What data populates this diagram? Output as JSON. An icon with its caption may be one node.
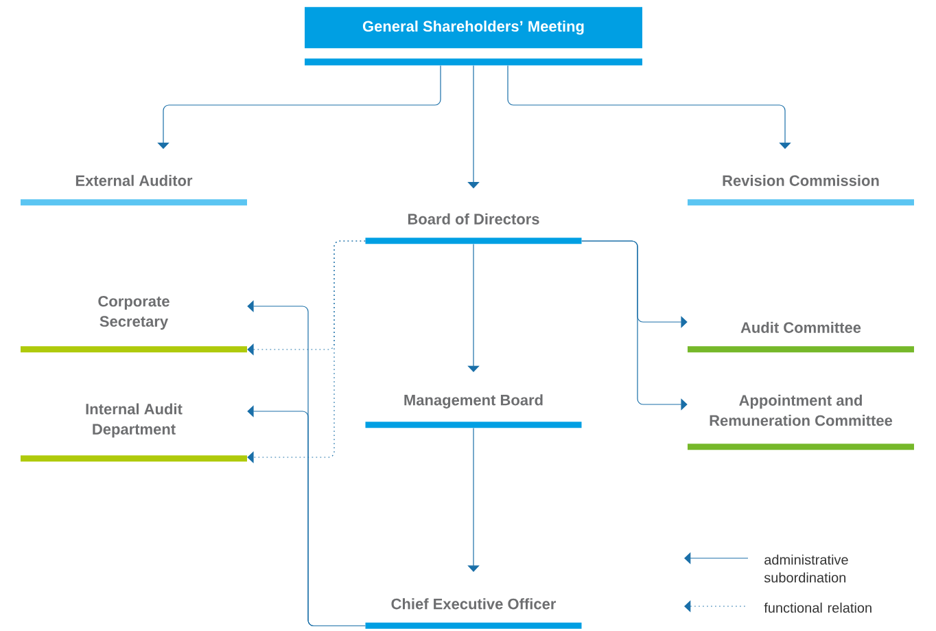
{
  "diagram": {
    "nodes": [
      {
        "text": [
          "General Shareholders’ Meeting"
        ]
      },
      {
        "text": [
          "External Auditor"
        ]
      },
      {
        "text": [
          "Revision Commission"
        ]
      },
      {
        "text": [
          "Board of Directors"
        ]
      },
      {
        "text": [
          "Corporate Secretary"
        ]
      },
      {
        "text": [
          "Audit Committee"
        ]
      },
      {
        "text": [
          "Management Board"
        ]
      },
      {
        "text": [
          "Appointment and Remuneration Committee"
        ]
      },
      {
        "text": [
          "Internal Audit Department"
        ]
      },
      {
        "text": [
          "Chief Executive Officer"
        ]
      }
    ],
    "edges": [
      {
        "from": 0,
        "to": 1,
        "arrow": "to"
      },
      {
        "from": 0,
        "to": 3,
        "arrow": "to"
      },
      {
        "from": 0,
        "to": 2,
        "arrow": "to"
      },
      {
        "from": 3,
        "to": 6,
        "arrow": "to"
      },
      {
        "from": 3,
        "to": 5,
        "arrow": "to"
      },
      {
        "from": 3,
        "to": 7,
        "arrow": "to"
      },
      {
        "from": 6,
        "to": 9,
        "arrow": "to"
      },
      {
        "from": 3,
        "to": 4,
        "arrow": "to",
        "style": "dashed"
      },
      {
        "from": 3,
        "to": 8,
        "arrow": "to",
        "style": "dashed"
      },
      {
        "from": 9,
        "to": 4,
        "arrow": "to"
      },
      {
        "from": 9,
        "to": 8,
        "arrow": "to"
      }
    ],
    "legend": [
      {
        "text": "administrative subordination"
      },
      {
        "text": "functional relation"
      }
    ]
  }
}
